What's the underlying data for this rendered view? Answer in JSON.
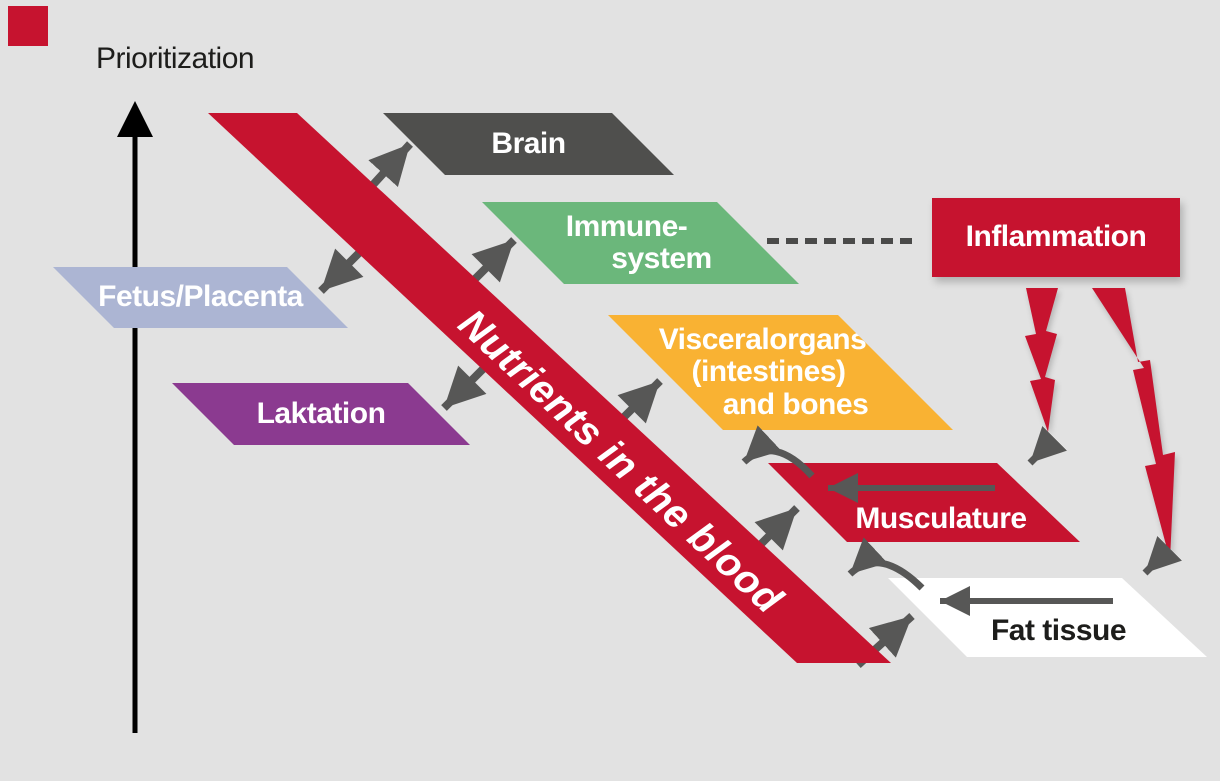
{
  "title": "Prioritization",
  "band": {
    "label": "Nutrients in the blood"
  },
  "organs": {
    "brain": {
      "label": "Brain"
    },
    "immune": {
      "line1": "Immune-",
      "line2": "system"
    },
    "fetus": {
      "label": "Fetus/Placenta"
    },
    "laktation": {
      "label": "Laktation"
    },
    "visceral": {
      "line1": "Visceralorgans",
      "line2": "(intestines)",
      "line3": "and bones"
    },
    "musculature": {
      "label": "Musculature"
    },
    "fat": {
      "label": "Fat tissue"
    }
  },
  "inflammation": {
    "label": "Inflammation"
  },
  "colors": {
    "background": "#E2E2E2",
    "red": "#C6132F",
    "dark_gray": "#4F4F4D",
    "arrow_gray": "#575756",
    "green": "#6BB77B",
    "light_blue": "#ACB5D3",
    "purple": "#8B3A90",
    "orange": "#F9B233",
    "white": "#FFFFFF",
    "text_dark": "#1D1D1B"
  }
}
